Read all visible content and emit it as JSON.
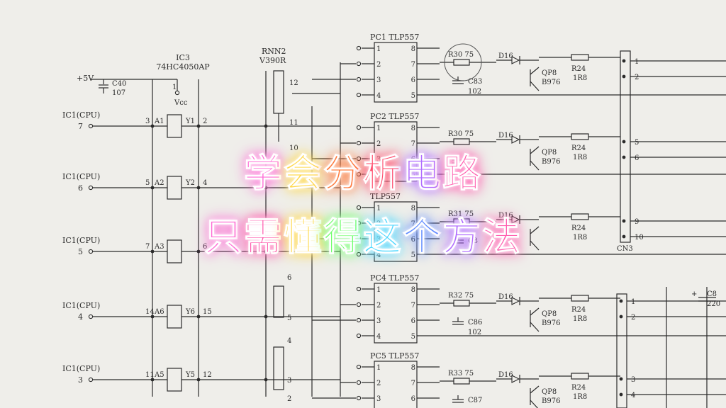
{
  "schematic": {
    "supply": {
      "label": "+5V",
      "cap_ref": "C40",
      "cap_value": "107"
    },
    "buffer_ic": {
      "ref": "IC3",
      "part": "74HC4050AP",
      "pin": "1",
      "vcc": "Vcc"
    },
    "resistor_network": {
      "ref": "RNN2",
      "part": "V390R",
      "pins": [
        "12",
        "11",
        "10",
        "6",
        "5",
        "4",
        "3",
        "2"
      ]
    },
    "inputs": [
      {
        "label": "IC1(CPU)",
        "pin": "7",
        "in_pin": "3",
        "in_name": "A1",
        "out_name": "Y1",
        "out_pin": "2"
      },
      {
        "label": "IC1(CPU)",
        "pin": "6",
        "in_pin": "5",
        "in_name": "A2",
        "out_name": "Y2",
        "out_pin": "4"
      },
      {
        "label": "IC1(CPU)",
        "pin": "5",
        "in_pin": "7",
        "in_name": "A3",
        "out_name": "",
        "out_pin": "6"
      },
      {
        "label": "IC1(CPU)",
        "pin": "4",
        "in_pin": "14",
        "in_name": "A6",
        "out_name": "Y6",
        "out_pin": "15"
      },
      {
        "label": "IC1(CPU)",
        "pin": "3",
        "in_pin": "11",
        "in_name": "A5",
        "out_name": "Y5",
        "out_pin": "12"
      }
    ],
    "optocouplers": [
      {
        "title": "PC1 TLP557",
        "r_label": "R30 75",
        "cap_ref": "C83",
        "cap_value": "102",
        "diode": "D16",
        "q_ref": "QP8",
        "q_part": "B976",
        "r2_ref": "R24",
        "r2_value": "1R8"
      },
      {
        "title": "PC2 TLP557",
        "r_label": "R30 75",
        "cap_ref": "",
        "cap_value": "",
        "diode": "D16",
        "q_ref": "QP8",
        "q_part": "B976",
        "r2_ref": "R24",
        "r2_value": "1R8"
      },
      {
        "title": "TLP557",
        "r_label": "R31 75",
        "cap_ref": "C8",
        "cap_value": "",
        "diode": "D16",
        "q_ref": "",
        "q_part": "",
        "r2_ref": "R24",
        "r2_value": "1R8"
      },
      {
        "title": "PC4 TLP557",
        "r_label": "R32 75",
        "cap_ref": "C86",
        "cap_value": "102",
        "diode": "D16",
        "q_ref": "QP8",
        "q_part": "B976",
        "r2_ref": "R24",
        "r2_value": "1R8"
      },
      {
        "title": "PC5 TLP557",
        "r_label": "R33 75",
        "cap_ref": "C87",
        "cap_value": "",
        "diode": "D16",
        "q_ref": "QP8",
        "q_part": "B976",
        "r2_ref": "R24",
        "r2_value": "1R8"
      }
    ],
    "ic_pins_left": [
      "1",
      "2",
      "3",
      "4"
    ],
    "ic_pins_right": [
      "8",
      "7",
      "6",
      "5"
    ],
    "connector": {
      "ref": "CN3",
      "pins": [
        "1",
        "2",
        "5",
        "6",
        "9",
        "10"
      ]
    },
    "connector2": {
      "pins": [
        "1",
        "2",
        "3",
        "4"
      ]
    },
    "right_cap": {
      "ref": "C8",
      "value": "220",
      "polarity": "+"
    }
  },
  "caption": {
    "line1": [
      "学",
      "会",
      "分",
      "析",
      "电",
      "路"
    ],
    "line2": [
      "只",
      "需",
      "懂",
      "得",
      "这",
      "个",
      "方",
      "法"
    ],
    "colors1": [
      "#ff6ad5",
      "#ffd84a",
      "#ff7a3c",
      "#ff4f6e",
      "#b06bff",
      "#ff5fb0"
    ],
    "colors2": [
      "#ff6ad5",
      "#ff4fa8",
      "#ffd84a",
      "#6fff6a",
      "#4fd8ff",
      "#5f8bff",
      "#b06bff",
      "#ff5fb0"
    ],
    "glow": "#ffffff"
  }
}
